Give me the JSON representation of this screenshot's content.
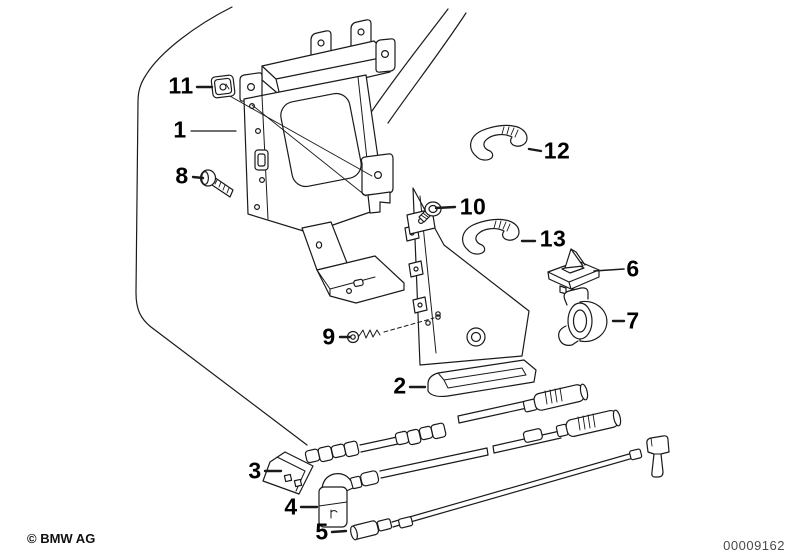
{
  "diagram": {
    "kind": "exploded-parts-line-drawing"
  },
  "callouts": [
    {
      "num": "1"
    },
    {
      "num": "2"
    },
    {
      "num": "3"
    },
    {
      "num": "4"
    },
    {
      "num": "5"
    },
    {
      "num": "6"
    },
    {
      "num": "7"
    },
    {
      "num": "8"
    },
    {
      "num": "9"
    },
    {
      "num": "10"
    },
    {
      "num": "11"
    },
    {
      "num": "12"
    },
    {
      "num": "13"
    }
  ],
  "footer": {
    "copyright": "© BMW AG",
    "document_number": "00009162"
  },
  "colors": {
    "line": "#1a1a1a",
    "background": "#ffffff"
  }
}
